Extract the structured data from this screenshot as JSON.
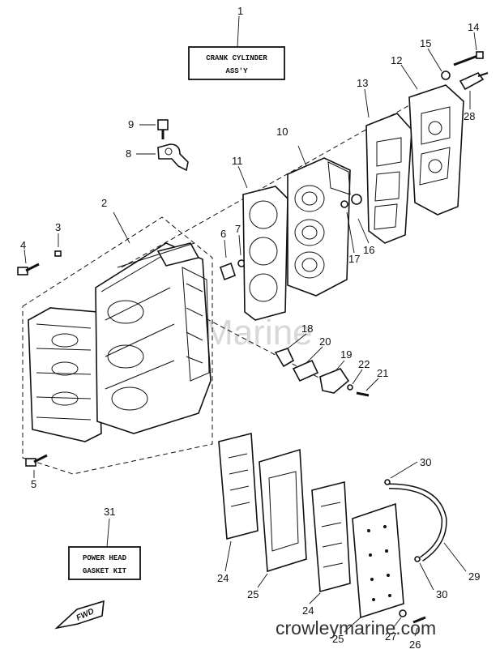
{
  "callouts": {
    "c1": "1",
    "c2": "2",
    "c3": "3",
    "c4": "4",
    "c5": "5",
    "c6": "6",
    "c7": "7",
    "c8": "8",
    "c9": "9",
    "c10": "10",
    "c11": "11",
    "c12": "12",
    "c13": "13",
    "c14": "14",
    "c15": "15",
    "c16": "16",
    "c17": "17",
    "c18": "18",
    "c19": "19",
    "c20": "20",
    "c21": "21",
    "c22": "22",
    "c24a": "24",
    "c24b": "24",
    "c25a": "25",
    "c25b": "25",
    "c26": "26",
    "c27": "27",
    "c28": "28",
    "c29": "29",
    "c30a": "30",
    "c30b": "30",
    "c31": "31"
  },
  "labels": {
    "crank_line1": "CRANK CYLINDER",
    "crank_line2": "ASS'Y",
    "gasket_line1": "POWER HEAD",
    "gasket_line2": "GASKET KIT",
    "fwd": "FWD"
  },
  "watermark": "Crowley Marine",
  "website": "crowleymarine.com"
}
